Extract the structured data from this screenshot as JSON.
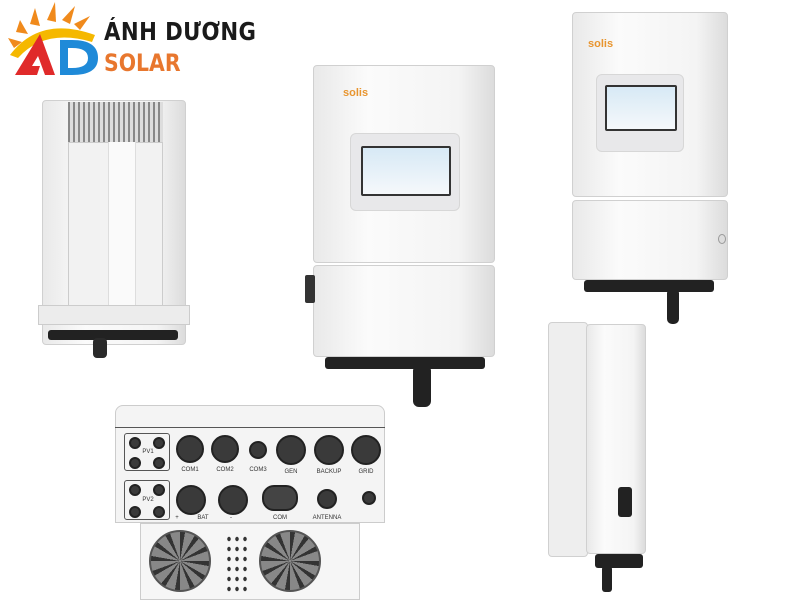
{
  "logo": {
    "title": "ÁNH DƯƠNG",
    "subtitle": "SOLAR",
    "monogram": "AD",
    "colors": {
      "sun": "#f0a020",
      "a": "#e02a2a",
      "d": "#1f8ad8",
      "solar": "#e8772e"
    }
  },
  "inverters": {
    "brand": "solis"
  },
  "connector_panel": {
    "pv_labels": [
      "PV1",
      "PV2"
    ],
    "top_ports": [
      "COM1",
      "COM2",
      "COM3",
      "GEN",
      "BACKUP",
      "GRID"
    ],
    "bottom_labels": {
      "plus": "+",
      "bat": "BAT",
      "minus": "-",
      "com": "COM",
      "antenna": "ANTENNA"
    },
    "pv_plus": "+",
    "pv_minus": "-"
  }
}
